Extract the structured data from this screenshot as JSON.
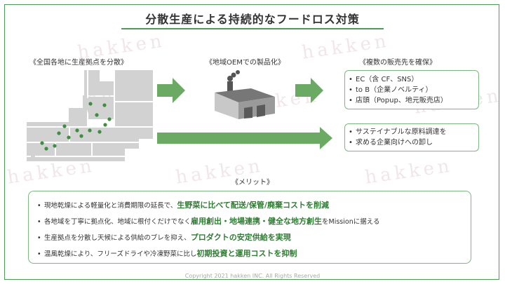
{
  "title": "分散生産による持続的なフードロス対策",
  "watermark": "hakken",
  "sections": {
    "japan": "《全国各地に生産拠点を分散》",
    "oem": "《地域OEMでの製品化》",
    "channels": "《複数の販売先を確保》"
  },
  "channels_box": {
    "items": [
      "EC（含 CF、SNS）",
      "to B（企業ノベルティ）",
      "店頭（Popup、地元販売店）"
    ]
  },
  "sustain_box": {
    "items": [
      "サステイナブルな原料調達を",
      "求める企業向けへの卸し"
    ]
  },
  "merit": {
    "label": "《メリット》",
    "rows": [
      {
        "pre": "現地乾燥による軽量化と消費期限の延長で、",
        "em": "生野菜に比べて配送/保管/廃棄コストを削減",
        "post": ""
      },
      {
        "pre": "各地域を丁寧に拠点化、地域に根付くだけでなく",
        "em": "雇用創出・地場連携・健全な地方創生",
        "post": "をMissionに据える"
      },
      {
        "pre": "生産拠点を分散し天候による供給のブレを抑え、",
        "em": "プロダクトの安定供給を実現",
        "post": ""
      },
      {
        "pre": "温風乾燥により、フリーズドライや冷凍野菜に比し",
        "em": "初期投資と運用コストを抑制",
        "post": ""
      }
    ]
  },
  "copyright": "Copyright 2021 hakken INC. All Rights Reserved",
  "colors": {
    "accent": "#4e9a57",
    "arrow": "#6aaa62",
    "map": "#d2d2d2",
    "dot": "#3d8f3f"
  }
}
